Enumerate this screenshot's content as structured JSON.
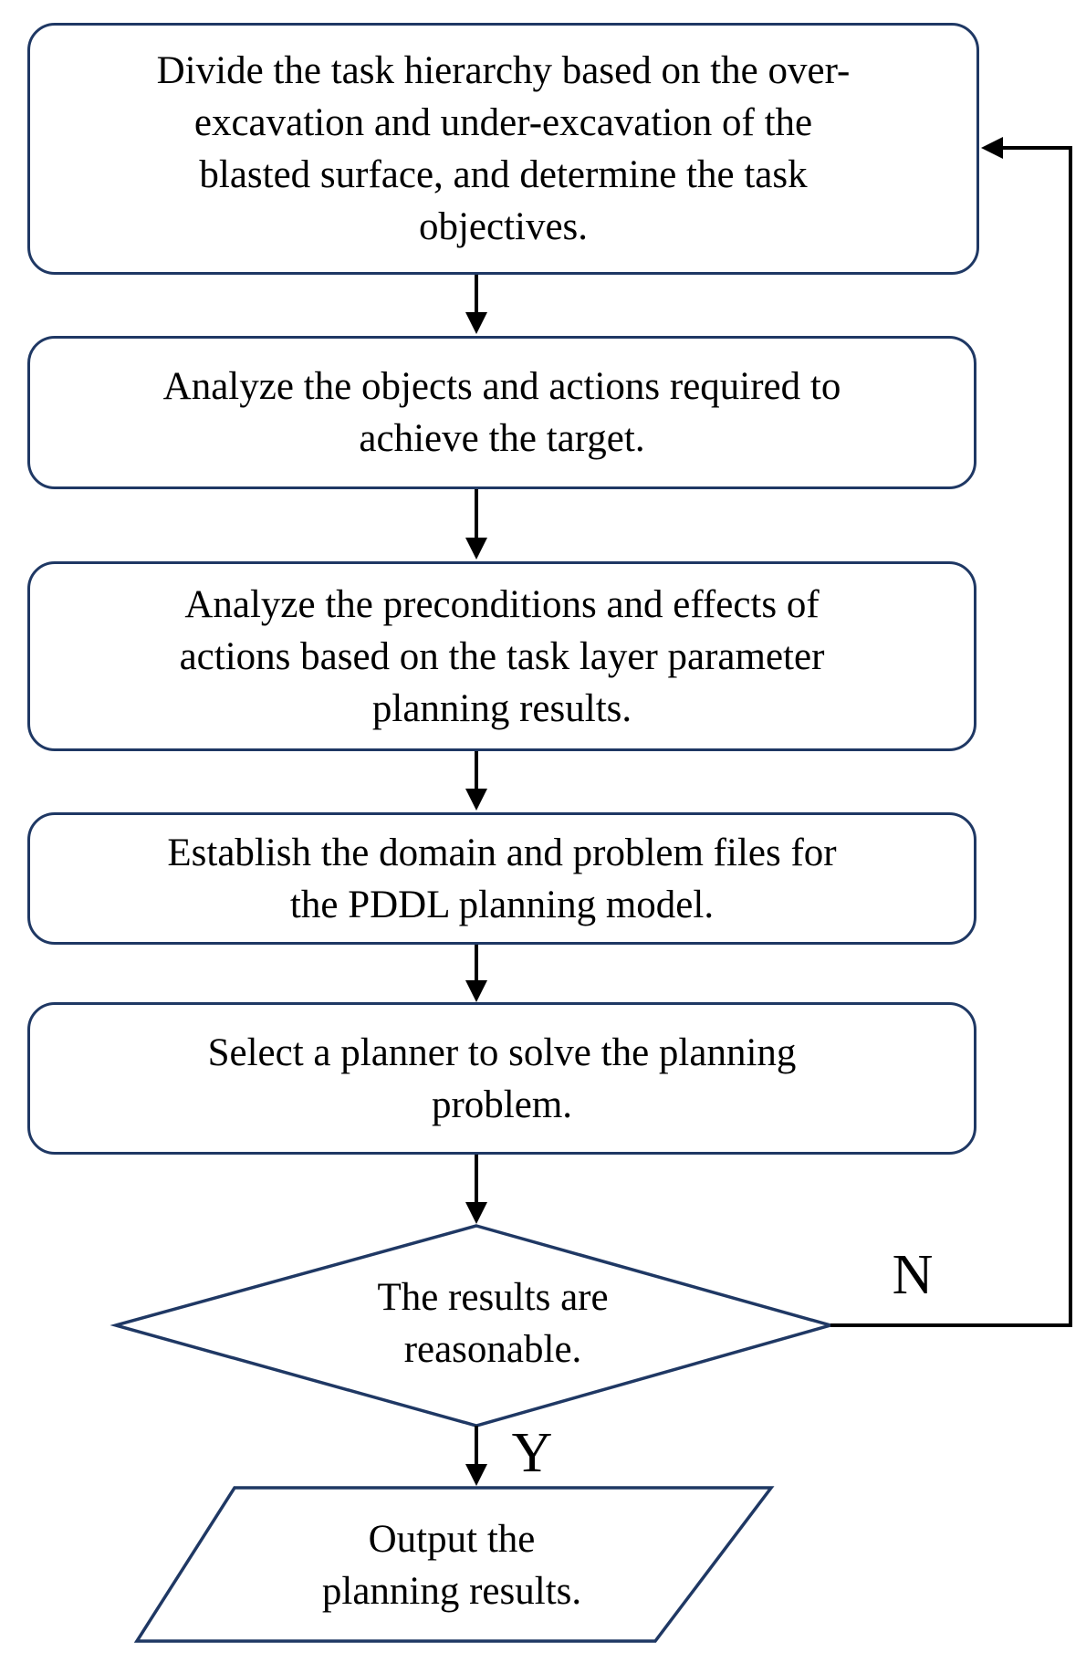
{
  "flowchart": {
    "colors": {
      "shape_border": "#1f3864",
      "arrow": "#000000",
      "text": "#000000",
      "background": "#ffffff"
    },
    "steps": [
      {
        "shape": "rounded-rectangle",
        "lines": [
          "Divide the task hierarchy based on the over-",
          "excavation and under-excavation of the",
          "blasted surface, and determine the task",
          "objectives."
        ]
      },
      {
        "shape": "rounded-rectangle",
        "lines": [
          "Analyze the objects and actions required to",
          "achieve the target."
        ]
      },
      {
        "shape": "rounded-rectangle",
        "lines": [
          "Analyze the preconditions and effects of",
          "actions based on the task layer parameter",
          "planning results."
        ]
      },
      {
        "shape": "rounded-rectangle",
        "lines": [
          "Establish the domain and problem files for",
          "the PDDL planning model."
        ]
      },
      {
        "shape": "rounded-rectangle",
        "lines": [
          "Select a planner to solve the planning",
          "problem."
        ]
      }
    ],
    "decision": {
      "shape": "diamond",
      "lines": [
        "The results are",
        "reasonable."
      ],
      "yes_label": "Y",
      "no_label": "N"
    },
    "output": {
      "shape": "parallelogram",
      "lines": [
        "Output the",
        "planning results."
      ]
    }
  }
}
